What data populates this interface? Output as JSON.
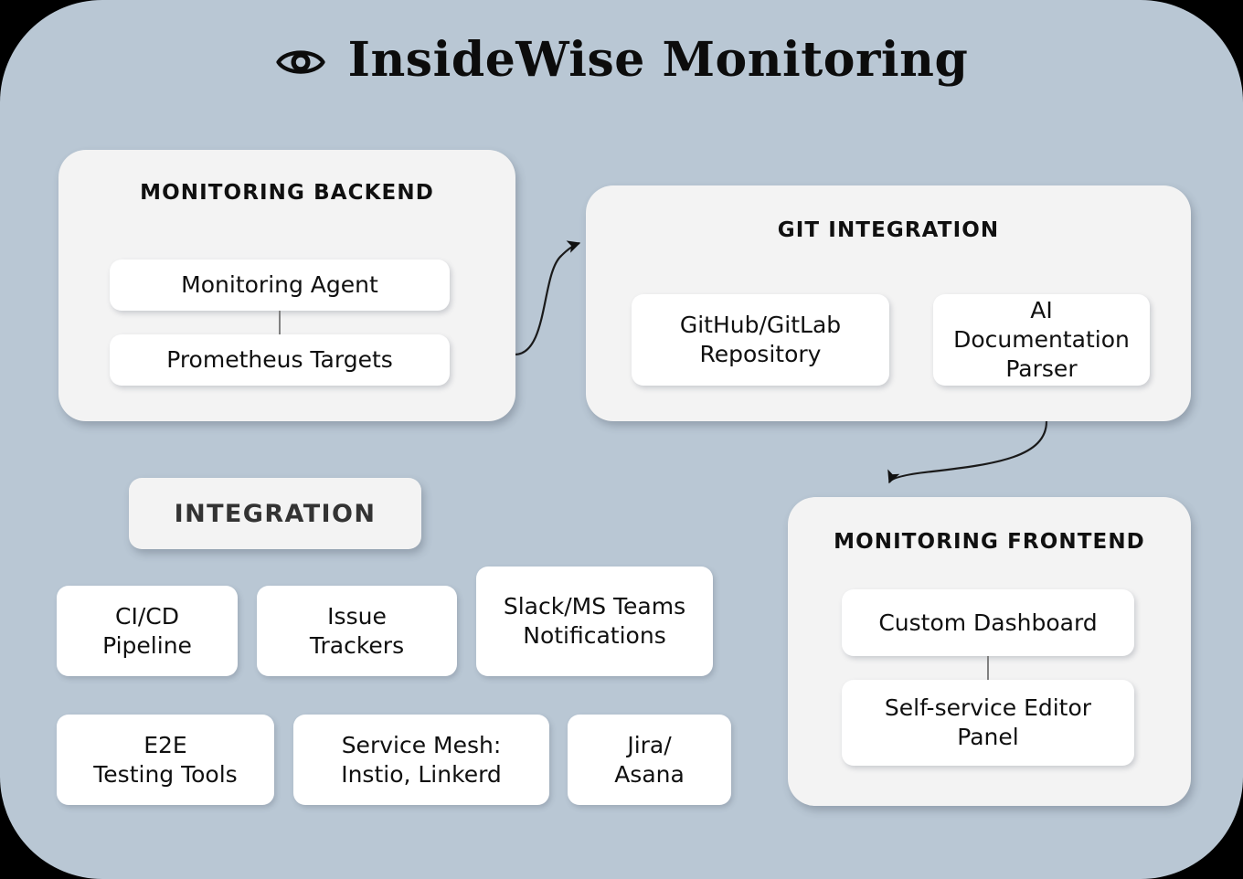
{
  "header": {
    "title": "InsideWise Monitoring",
    "icon": "eye-icon"
  },
  "colors": {
    "page_background": "#000000",
    "canvas_background": "#b9c7d4",
    "panel_background": "#f3f3f3",
    "node_background": "#ffffff",
    "text": "#101010",
    "badge_text": "#333333",
    "connector": "#1a1a1a",
    "link_line": "#808080"
  },
  "panels": {
    "backend": {
      "title": "MONITORING BACKEND",
      "nodes": [
        {
          "label": "Monitoring Agent"
        },
        {
          "label": "Prometheus Targets"
        }
      ]
    },
    "git": {
      "title": "GIT INTEGRATION",
      "nodes": [
        {
          "label": "GitHub/GitLab\nRepository"
        },
        {
          "label": "AI\nDocumentation\nParser"
        }
      ]
    },
    "frontend": {
      "title": "MONITORING FRONTEND",
      "nodes": [
        {
          "label": "Custom Dashboard"
        },
        {
          "label": "Self-service Editor\nPanel"
        }
      ]
    }
  },
  "integration": {
    "badge_label": "INTEGRATION",
    "cards": [
      {
        "label": "CI/CD\nPipeline"
      },
      {
        "label": "Issue\nTrackers"
      },
      {
        "label": "Slack/MS Teams\nNotifications"
      },
      {
        "label": "E2E\nTesting Tools"
      },
      {
        "label": "Service Mesh:\nInstio, Linkerd"
      },
      {
        "label": "Jira/\nAsana"
      }
    ]
  },
  "connectors": [
    {
      "name": "backend-to-git",
      "from": "Prometheus Targets",
      "to": "GIT INTEGRATION",
      "style": "curved-arrow"
    },
    {
      "name": "repo-to-parser",
      "from": "GitHub/GitLab Repository",
      "to": "AI Documentation Parser",
      "style": "straight-arrow"
    },
    {
      "name": "git-to-frontend",
      "from": "GIT INTEGRATION",
      "to": "MONITORING FRONTEND",
      "style": "curved-arrow"
    }
  ]
}
